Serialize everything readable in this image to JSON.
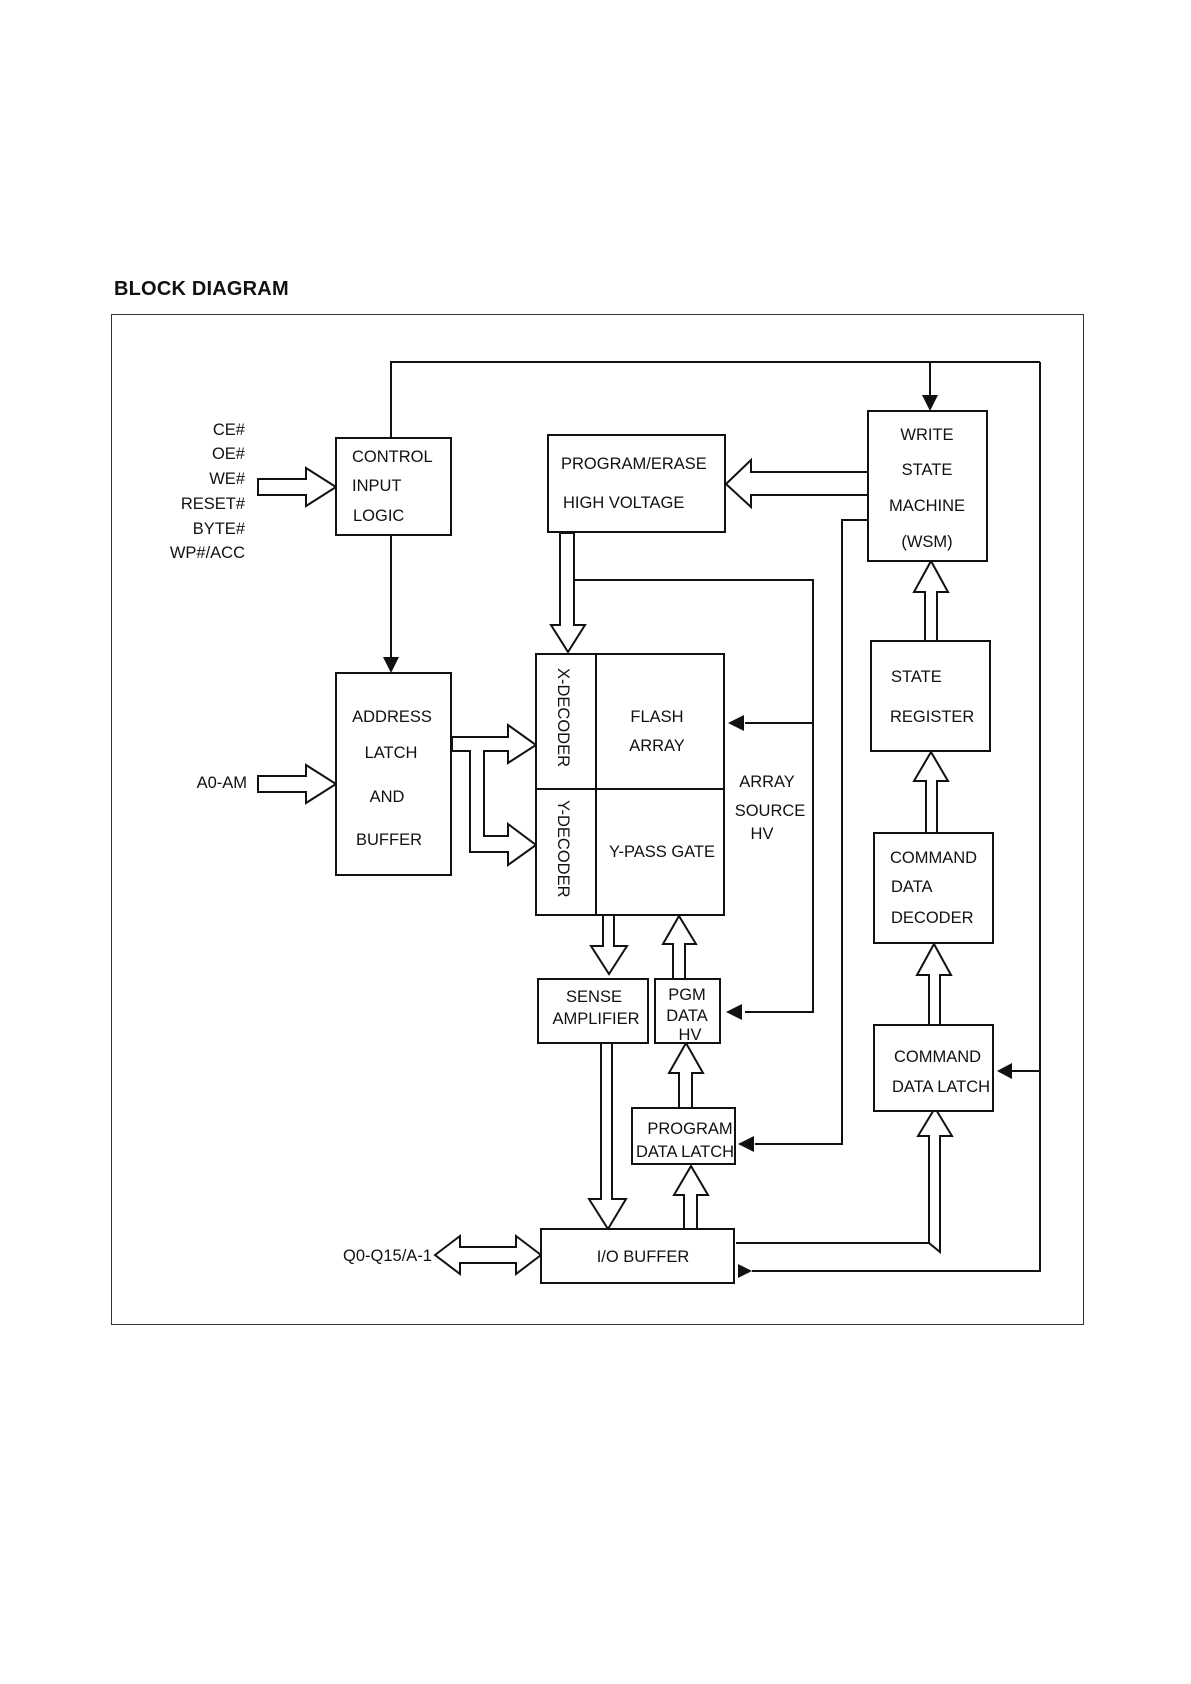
{
  "title": "BLOCK DIAGRAM",
  "signals": {
    "control_inputs": [
      "CE#",
      "OE#",
      "WE#",
      "RESET#",
      "BYTE#",
      "WP#/ACC"
    ],
    "address_input": "A0-AM",
    "data_io": "Q0-Q15/A-1"
  },
  "blocks": {
    "control_input_logic": [
      "CONTROL",
      "INPUT",
      "LOGIC"
    ],
    "program_erase_hv": [
      "PROGRAM/ERASE",
      "HIGH VOLTAGE"
    ],
    "write_state_machine": [
      "WRITE",
      "STATE",
      "MACHINE",
      "(WSM)"
    ],
    "address_latch_buffer": [
      "ADDRESS",
      "LATCH",
      "AND",
      "BUFFER"
    ],
    "x_decoder": "X-DECODER",
    "y_decoder": "Y-DECODER",
    "flash_array": [
      "FLASH",
      "ARRAY"
    ],
    "y_pass_gate": "Y-PASS GATE",
    "array_source_hv": [
      "ARRAY",
      "SOURCE",
      "HV"
    ],
    "state_register": [
      "STATE",
      "REGISTER"
    ],
    "command_data_decoder": [
      "COMMAND",
      "DATA",
      "DECODER"
    ],
    "sense_amplifier": [
      "SENSE",
      "AMPLIFIER"
    ],
    "pgm_data_hv": [
      "PGM",
      "DATA",
      "HV"
    ],
    "command_data_latch": [
      "COMMAND",
      "DATA LATCH"
    ],
    "program_data_latch": [
      "PROGRAM",
      "DATA LATCH"
    ],
    "io_buffer": "I/O BUFFER"
  }
}
